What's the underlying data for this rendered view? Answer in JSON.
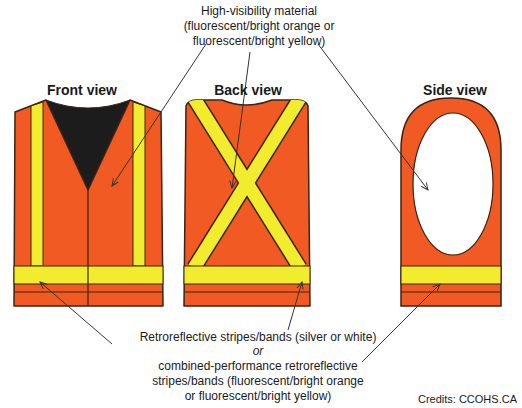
{
  "diagram": {
    "labels": [
      "High-visibility material (fluorescent/bright orange or fluorescent/bright yellow)",
      "Front view",
      "Back view",
      "Side view",
      "Retroreflective stripes/bands (silver or white)",
      "or",
      "combined-performance retroreflective stripes/bands (fluorescent/bright orange or fluorescent/bright yellow)",
      "Credits: CCOHS.CA"
    ]
  }
}
